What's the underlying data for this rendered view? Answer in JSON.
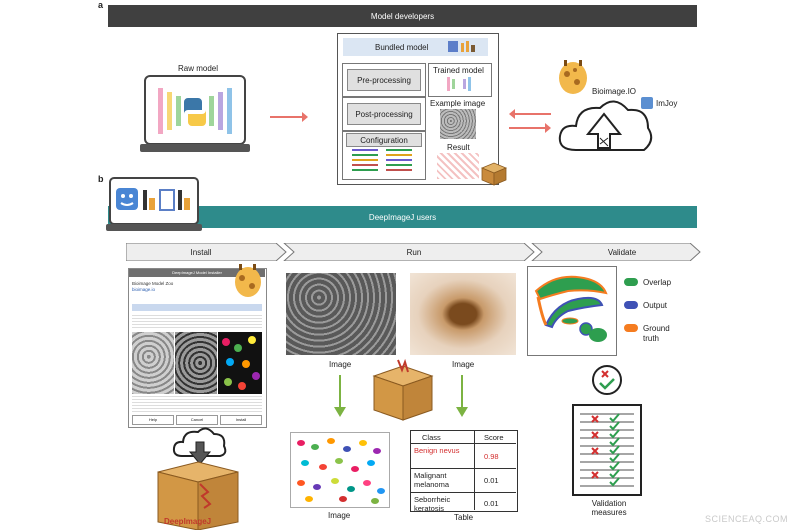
{
  "panels": {
    "a": "a",
    "b": "b"
  },
  "developers": {
    "banner": "Model developers",
    "raw_model": "Raw model",
    "bundled_model": "Bundled model",
    "preprocessing": "Pre-processing",
    "postprocessing": "Post-processing",
    "configuration": "Configuration",
    "trained_model": "Trained model",
    "example_image": "Example image",
    "result": "Result",
    "bioimage": "Bioimage.IO",
    "imjoy": "ImJoy"
  },
  "users": {
    "banner": "DeepImageJ users",
    "steps": [
      "Install",
      "Run",
      "Validate"
    ],
    "install_window": {
      "title": "DeepImageJ Model Installer",
      "line1": "Bioimage Model Zoo",
      "line2": "bioimage.io",
      "footer_buttons": [
        "Help",
        "Cancel",
        "Install"
      ]
    },
    "run": {
      "image_label_left": "Image",
      "image_label_right": "Image",
      "output_image_label": "Image",
      "table_label": "Table",
      "table": {
        "headers": [
          "Class",
          "Score"
        ],
        "rows": [
          {
            "class": "Benign nevus",
            "score": "0.98"
          },
          {
            "class": "Malignant melanoma",
            "score": "0.01"
          },
          {
            "class": "Seborrheic keratosis",
            "score": "0.01"
          }
        ]
      }
    },
    "validate": {
      "legend": [
        "Overlap",
        "Output",
        "Ground truth"
      ],
      "measures_label": "Validation measures"
    },
    "deepimagej_brand": "DeepImageJ"
  },
  "colors": {
    "dark_banner": "#404040",
    "teal_banner": "#2e8b8b",
    "arrow_red": "#e8736a",
    "arrow_green": "#7cb342",
    "overlap": "#2e9e4f",
    "output": "#3f51b5",
    "ground_truth": "#f57c20",
    "highlight_red": "#d32f2f"
  },
  "watermark": "SCIENCEAQ.COM"
}
